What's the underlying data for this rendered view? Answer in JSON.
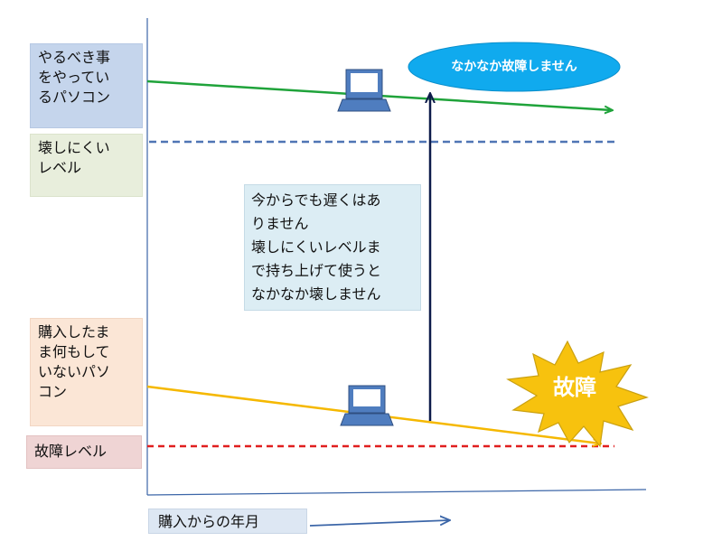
{
  "labels": {
    "well_maintained_pc": "やるべき事\nをやってい\nるパソコン",
    "hard_to_break_level": "壊しにくい\nレベル",
    "idle_pc": "購入したま\nま何もして\nいないパソ\nコン",
    "failure_level": "故障レベル",
    "x_axis": "購入からの年月"
  },
  "callout": "今からでも遅くはあ\nりません\n壊しにくいレベルま\nで持ち上げて使うと\nなかなか壊しません",
  "badge": "なかなか故障しません",
  "burst": "故障",
  "icons": {
    "laptop_upper": "laptop-icon",
    "laptop_lower": "laptop-icon"
  },
  "colors": {
    "upper_trend": "#1fa33a",
    "lower_trend": "#f5b800",
    "hard_to_break_line": "#4f75b4",
    "failure_line": "#e01e1e",
    "badge_fill": "#10aaee",
    "burst_fill": "#f7c20e",
    "axis": "#3c66a8",
    "lift_arrow": "#0d1b4a",
    "laptop": "#4f7dbf"
  }
}
